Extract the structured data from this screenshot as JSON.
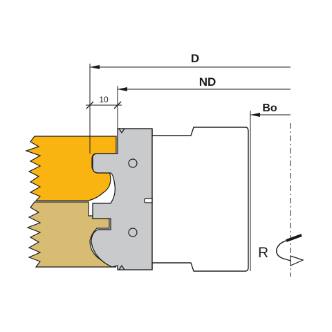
{
  "diagram": {
    "labels": {
      "d": "D",
      "nd": "ND",
      "bo": "Bo",
      "width": "10",
      "rotation": "R"
    },
    "colors": {
      "upper_workpiece": "#F9B412",
      "lower_workpiece": "#D9BC73",
      "cutter_body": "#C8CACC",
      "line": "#1a1a1a"
    }
  }
}
